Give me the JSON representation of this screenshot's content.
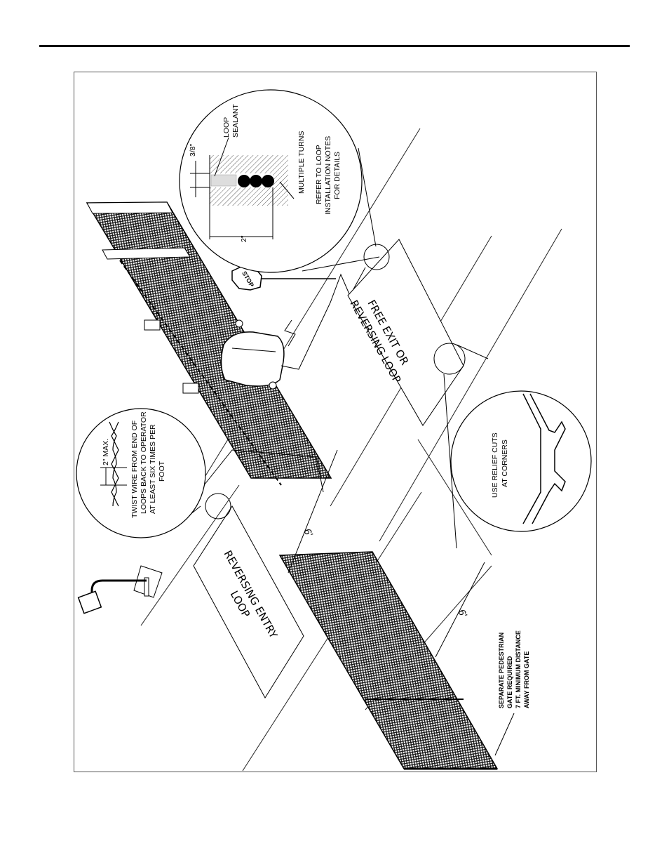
{
  "drawing": {
    "loop_detail": {
      "sealant_line1": "LOOP",
      "sealant_line2": "SEALANT",
      "depth": "3/8\"",
      "width": "2\"",
      "turns_line1": "MULTIPLE TURNS",
      "turns_line2": "REFER TO LOOP",
      "turns_line3": "INSTALLATION NOTES",
      "turns_line4": "FOR DETAILS"
    },
    "twist_detail": {
      "max": "2\" MAX.",
      "line1": "TWIST WIRE FROM END OF",
      "line2": "LOOPS BACK TO OPERATOR",
      "line3": "AT LEAST SIX TIMES PER",
      "line4": "FOOT"
    },
    "relief_detail": {
      "line1": "USE RELIEF CUTS",
      "line2": "AT CORNERS"
    },
    "exit_loop": {
      "line1": "FREE EXIT OR",
      "line2": "REVERSING LOOP"
    },
    "entry_loop": {
      "line1": "REVERSING ENTRY",
      "line2": "LOOP"
    },
    "stop_sign": "STOP",
    "dim_a": "6'",
    "dim_b": "6'",
    "pedestrian": {
      "line1": "SEPARATE PEDESTRIAN",
      "line2": "GATE REQUIRED",
      "line3": "7 FT. MINIMUM DISTANCE",
      "line4": "AWAY FROM GATE"
    }
  }
}
